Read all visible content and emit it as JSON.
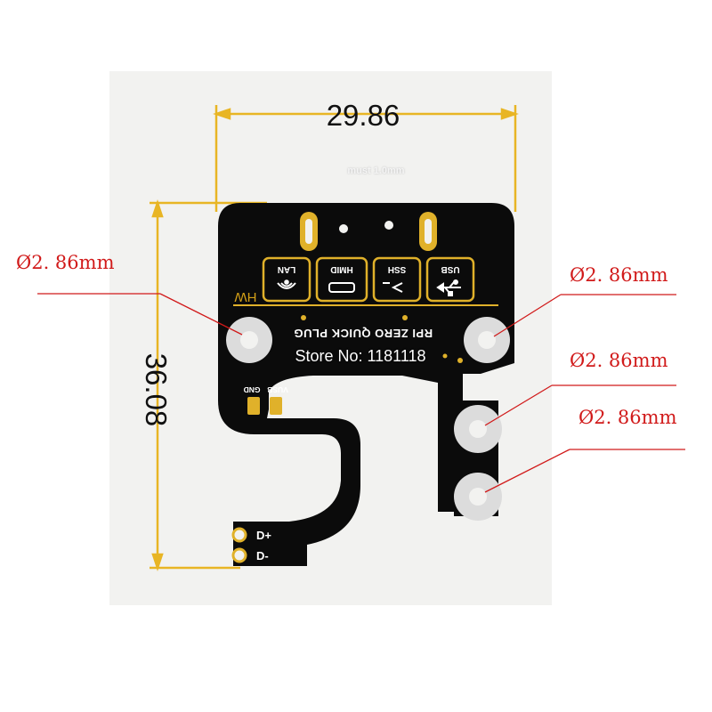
{
  "figure": {
    "board_color": "#0b0b0b",
    "gold_color": "#e0b12a",
    "dimension_color": "#e8b524",
    "callout_color": "#d11a1a",
    "hole_ring_color": "#dcdcdc"
  },
  "dimensions": {
    "width": "29.86",
    "height": "36.08"
  },
  "callouts": {
    "hole_left": "Ø2. 86mm",
    "hole_right": "Ø2. 86mm",
    "hole_lower_1": "Ø2. 86mm",
    "hole_lower_2": "Ø2. 86mm"
  },
  "thickness_note": "must 1.0mm",
  "watermark": "Store No: 1181118",
  "pcb": {
    "title": "RPI ZERO QUICK PLUG",
    "hw_mark": "HW",
    "ports": [
      {
        "label": "LAN",
        "icon": "wifi-icon"
      },
      {
        "label": "HMID",
        "icon": "hdmi-port-icon"
      },
      {
        "label": "SSH",
        "icon": "terminal-prompt-icon"
      },
      {
        "label": "USB",
        "icon": "usb-icon"
      }
    ],
    "pins": {
      "gnd": "GND",
      "vusb": "VUSB",
      "dplus": "D+",
      "dminus": "D-"
    }
  }
}
